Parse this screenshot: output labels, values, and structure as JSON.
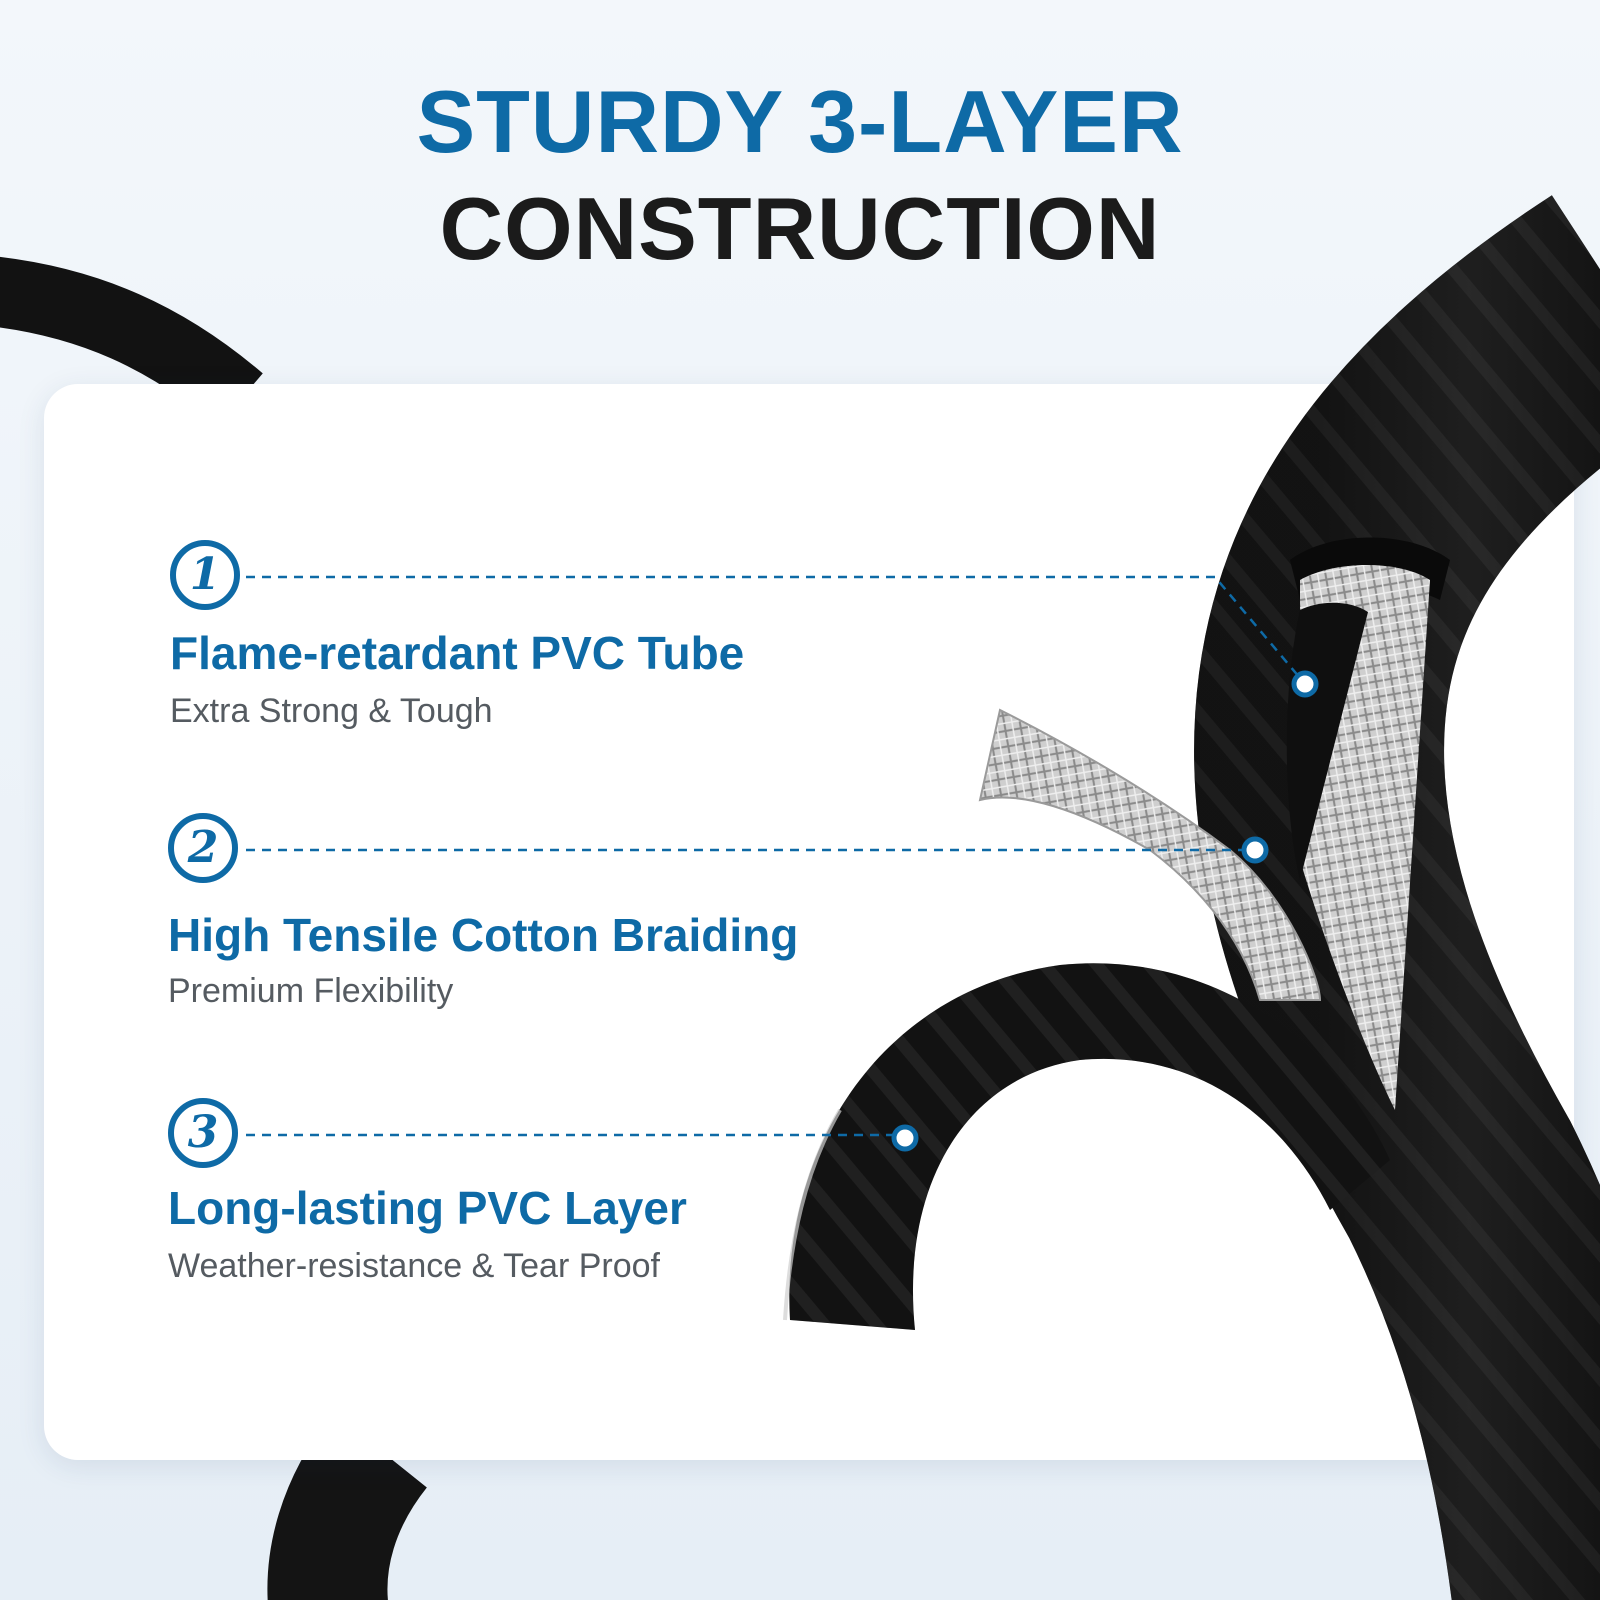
{
  "headline": {
    "line1": "STURDY 3-LAYER",
    "line2": "CONSTRUCTION"
  },
  "features": [
    {
      "number": "1",
      "title": "Flame-retardant PVC Tube",
      "subtitle": "Extra Strong & Tough"
    },
    {
      "number": "2",
      "title": "High Tensile Cotton Braiding",
      "subtitle": "Premium Flexibility"
    },
    {
      "number": "3",
      "title": "Long-lasting PVC Layer",
      "subtitle": "Weather-resistance & Tear Proof"
    }
  ],
  "colors": {
    "accent": "#0e6aa6",
    "headline_dark": "#1b1b1b",
    "subtitle": "#555b61",
    "hose": "#161616",
    "braid": "#c9c9c9"
  }
}
